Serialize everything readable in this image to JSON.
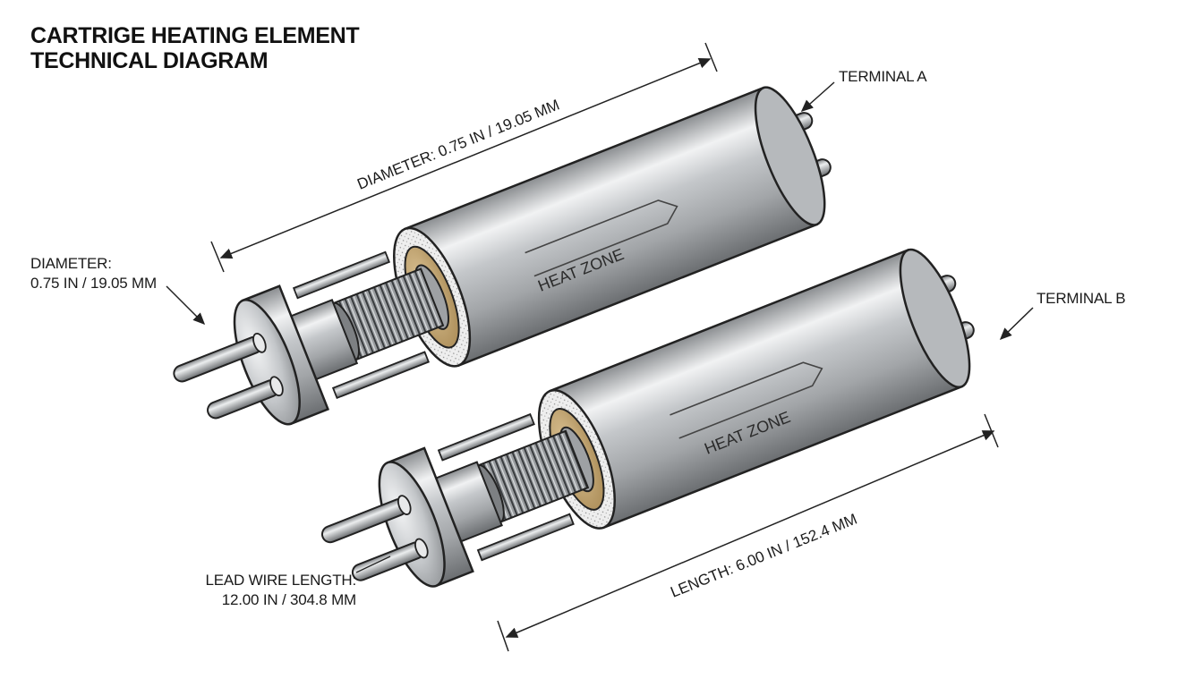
{
  "title": {
    "line1": "CARTRIGE HEATING ELEMENT",
    "line2": "TECHNICAL DIAGRAM"
  },
  "labels": {
    "diameter_top": "DIAMETER: 0.75 IN / 19.05 MM",
    "diameter_left_line1": "DIAMETER:",
    "diameter_left_line2": "0.75 IN / 19.05 MM",
    "terminal_a": "TERMINAL A",
    "terminal_b": "TERMINAL B",
    "heat_zone_1": "HEAT ZONE",
    "heat_zone_2": "HEAT ZONE",
    "lead_wire_line1": "LEAD WIRE LENGTH:",
    "lead_wire_line2": "12.00 IN / 304.8 MM",
    "length": "LENGTH: 6.00 IN / 152.4 MM"
  },
  "colors": {
    "metal_dark": "#6e7174",
    "metal_light": "#f4f5f6",
    "insulator": "#c9a877",
    "outline": "#222222"
  }
}
